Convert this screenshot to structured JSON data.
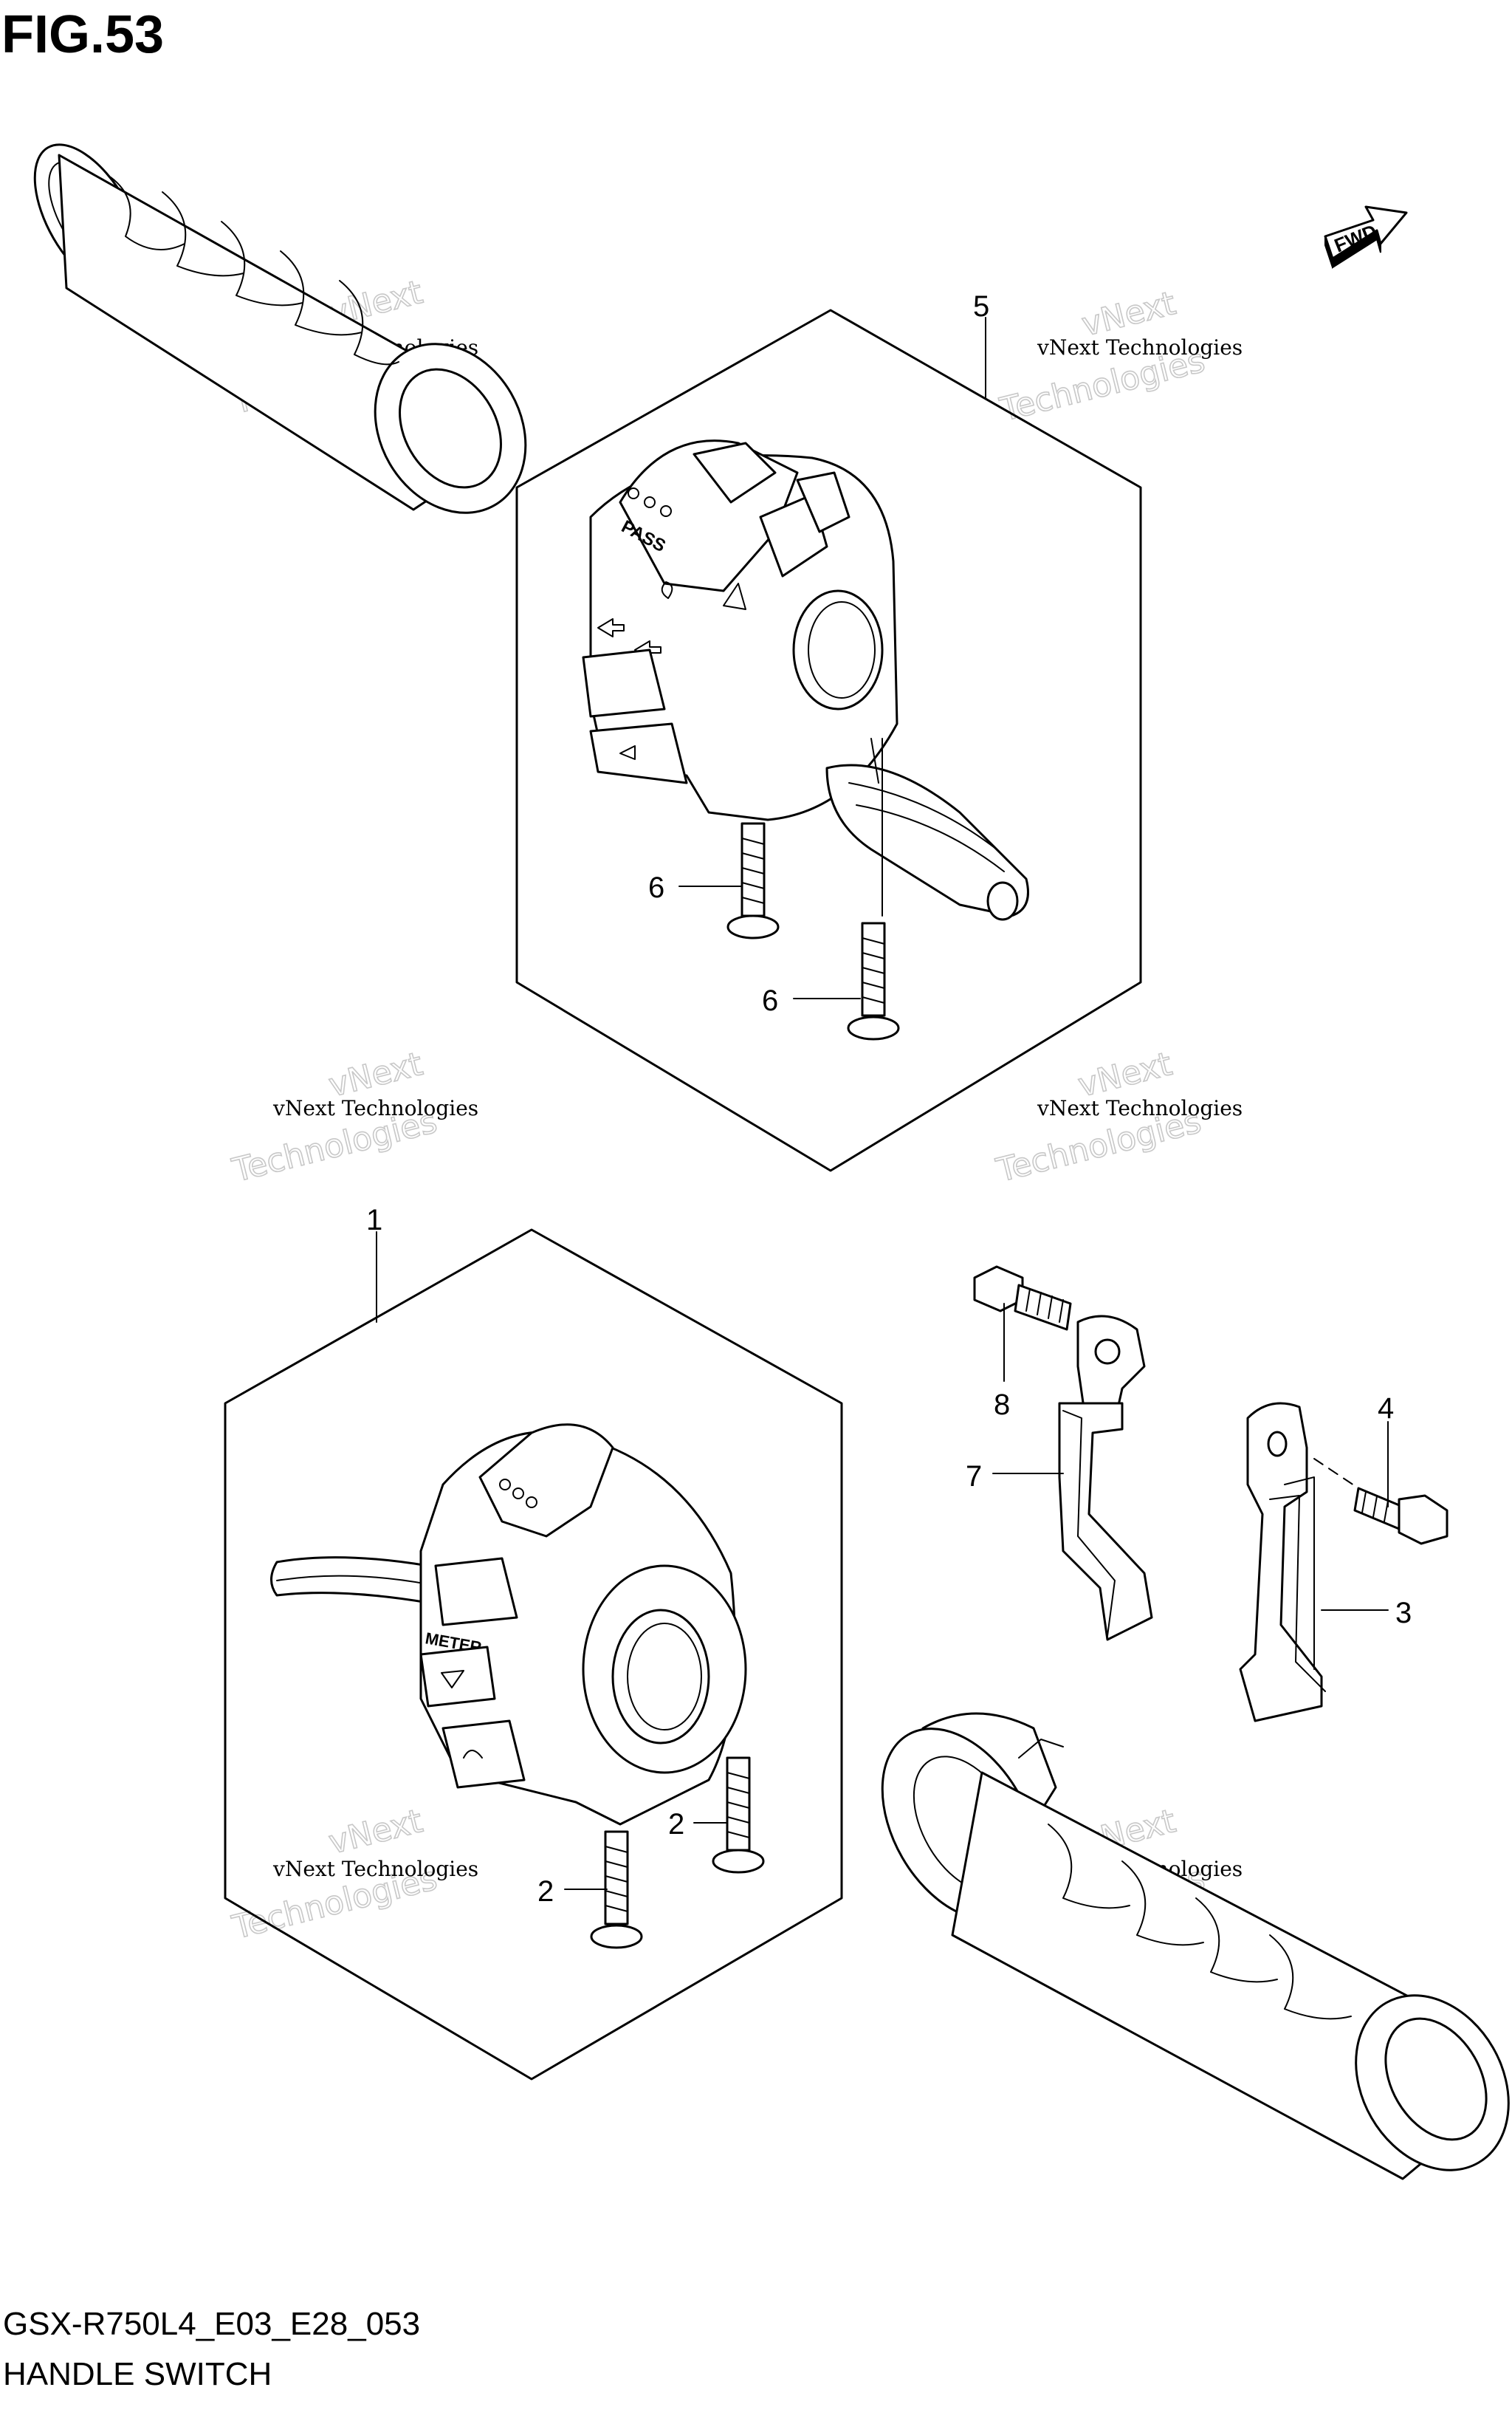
{
  "figure_title": "FIG.53",
  "fwd_label": "FWD",
  "catalog_code": "GSX-R750L4_E03_E28_053",
  "section_name": "HANDLE SWITCH",
  "watermark": {
    "line1": "vNext Technologies",
    "line2": "Technologies",
    "line3": "vNext"
  },
  "right_switch_labels": {
    "pass": "PASS"
  },
  "left_switch_labels": {
    "meter": "METER"
  },
  "callouts": {
    "c1": "1",
    "c2a": "2",
    "c2b": "2",
    "c3": "3",
    "c4": "4",
    "c5": "5",
    "c6a": "6",
    "c6b": "6",
    "c7": "7",
    "c8": "8"
  }
}
